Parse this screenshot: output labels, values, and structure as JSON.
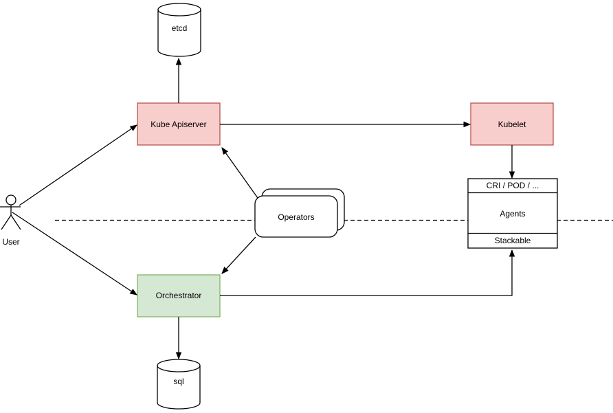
{
  "diagram": {
    "background": "#ffffff",
    "line_color": "#000000",
    "actor": {
      "label": "User"
    },
    "nodes": {
      "etcd": {
        "label": "etcd",
        "shape": "cylinder",
        "fill": "#ffffff",
        "stroke": "#000000"
      },
      "kube_apiserver": {
        "label": "Kube Apiserver",
        "shape": "rect",
        "fill": "#f8cecc",
        "stroke": "#b85450"
      },
      "kubelet": {
        "label": "Kubelet",
        "shape": "rect",
        "fill": "#f8cecc",
        "stroke": "#b85450"
      },
      "operators": {
        "label": "Operators",
        "shape": "stacked-rounded-rect",
        "fill": "#ffffff",
        "stroke": "#000000"
      },
      "orchestrator": {
        "label": "Orchestrator",
        "shape": "rect",
        "fill": "#d5e8d4",
        "stroke": "#82b366"
      },
      "agents_stack": {
        "header": "CRI / POD / ...",
        "body": "Agents",
        "footer": "Stackable",
        "shape": "partitioned-rect",
        "fill": "#ffffff",
        "stroke": "#000000"
      },
      "sql": {
        "label": "sql",
        "shape": "cylinder",
        "fill": "#ffffff",
        "stroke": "#000000"
      }
    },
    "separator": {
      "style": "dashed",
      "orientation": "horizontal"
    },
    "edges": [
      {
        "name": "user-to-apiserver",
        "from": "user",
        "to": "kube_apiserver"
      },
      {
        "name": "user-to-orchestrator",
        "from": "user",
        "to": "orchestrator"
      },
      {
        "name": "apiserver-to-etcd",
        "from": "kube_apiserver",
        "to": "etcd"
      },
      {
        "name": "apiserver-to-kubelet",
        "from": "kube_apiserver",
        "to": "kubelet"
      },
      {
        "name": "operators-to-apiserver",
        "from": "operators",
        "to": "kube_apiserver"
      },
      {
        "name": "operators-to-orchestrator",
        "from": "operators",
        "to": "orchestrator"
      },
      {
        "name": "kubelet-to-agents",
        "from": "kubelet",
        "to": "agents_stack"
      },
      {
        "name": "orchestrator-to-agents",
        "from": "orchestrator",
        "to": "agents_stack"
      },
      {
        "name": "orchestrator-to-sql",
        "from": "orchestrator",
        "to": "sql"
      }
    ]
  }
}
